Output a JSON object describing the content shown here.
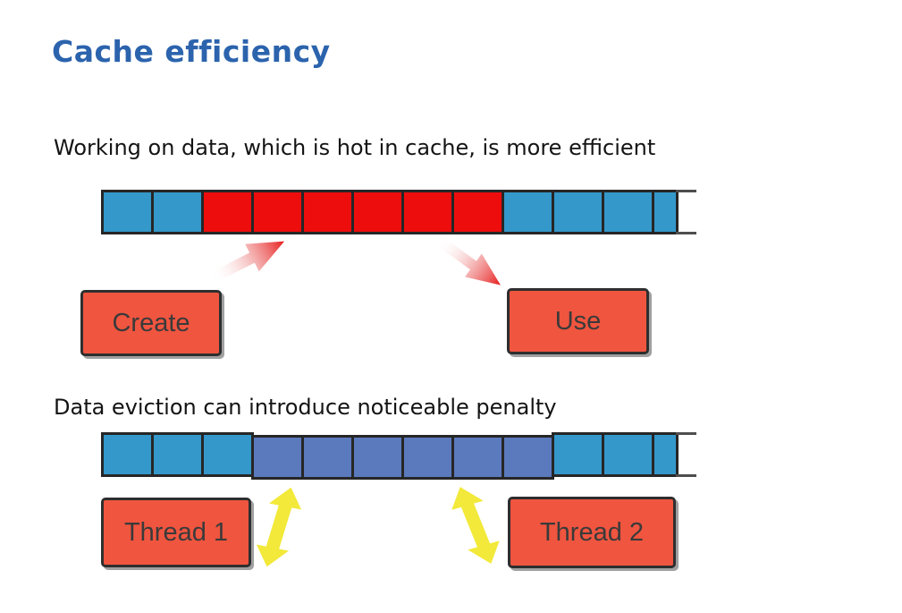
{
  "title": "Cache efficiency",
  "sections": [
    {
      "heading": "Working on data, which is hot in cache, is more efficient",
      "cells": [
        "blue",
        "blue",
        "red",
        "red",
        "red",
        "red",
        "red",
        "red",
        "blue",
        "blue",
        "blue",
        "blue-narrow"
      ],
      "left_box": "Create",
      "right_box": "Use"
    },
    {
      "heading": "Data eviction can introduce noticeable penalty",
      "cells": [
        "blue",
        "blue",
        "blue",
        "slate",
        "slate",
        "slate",
        "slate",
        "slate",
        "slate",
        "blue",
        "blue",
        "blue-narrow"
      ],
      "left_box": "Thread 1",
      "right_box": "Thread 2"
    }
  ],
  "icons": {
    "red_arrow": "gradient-arrow",
    "yellow_arrow": "double-headed-arrow"
  },
  "colors": {
    "title": "#2b63ad",
    "text": "#141414",
    "cell_blue": "#3498cb",
    "cell_red": "#ee0d0d",
    "cell_slate": "#5b7abd",
    "cell_border": "#262626",
    "bar_extension": "#4e4e4e",
    "box_fill": "#f0553f",
    "box_border": "#2e2e2e",
    "box_text": "#3a3a3a",
    "arrow_red": "#e81c1c",
    "arrow_yellow": "#f2e93a"
  }
}
